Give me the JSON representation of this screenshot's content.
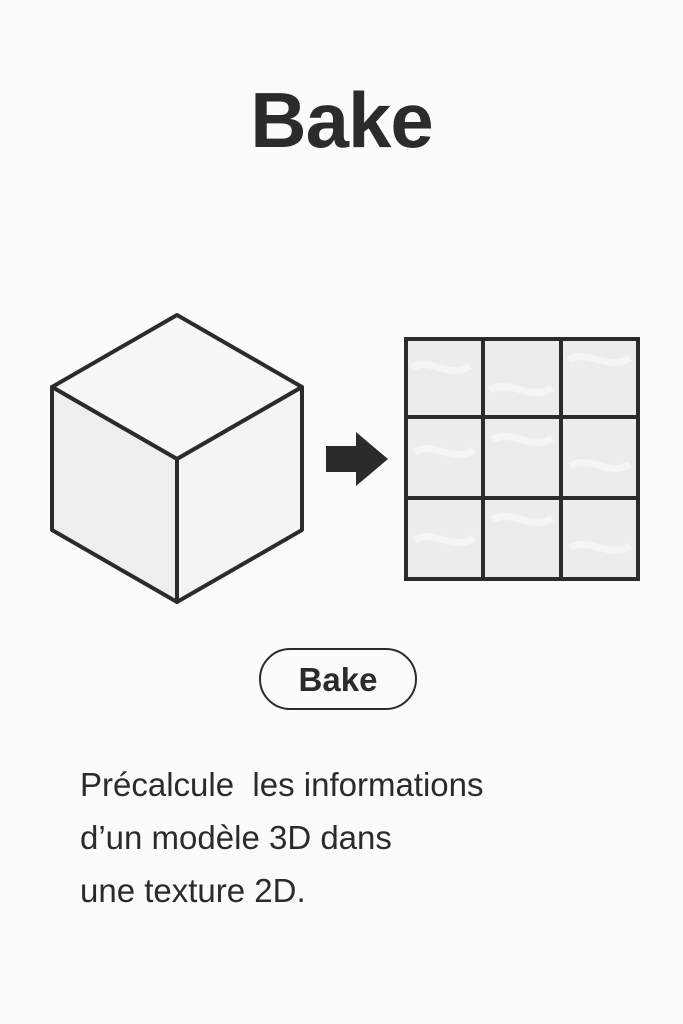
{
  "header": {
    "title": "Bake"
  },
  "illustration": {
    "left_icon": "cube-3d-icon",
    "middle_icon": "arrow-right-icon",
    "right_icon": "texture-grid-icon",
    "stroke_color": "#2b2b2b",
    "fill_color": "#f0f0f0",
    "grid_rows": 3,
    "grid_cols": 3
  },
  "action": {
    "button_label": "Bake"
  },
  "description": {
    "lines": [
      "Précalcule  les informations",
      "d’un modèle 3D dans",
      "une texture 2D."
    ]
  }
}
